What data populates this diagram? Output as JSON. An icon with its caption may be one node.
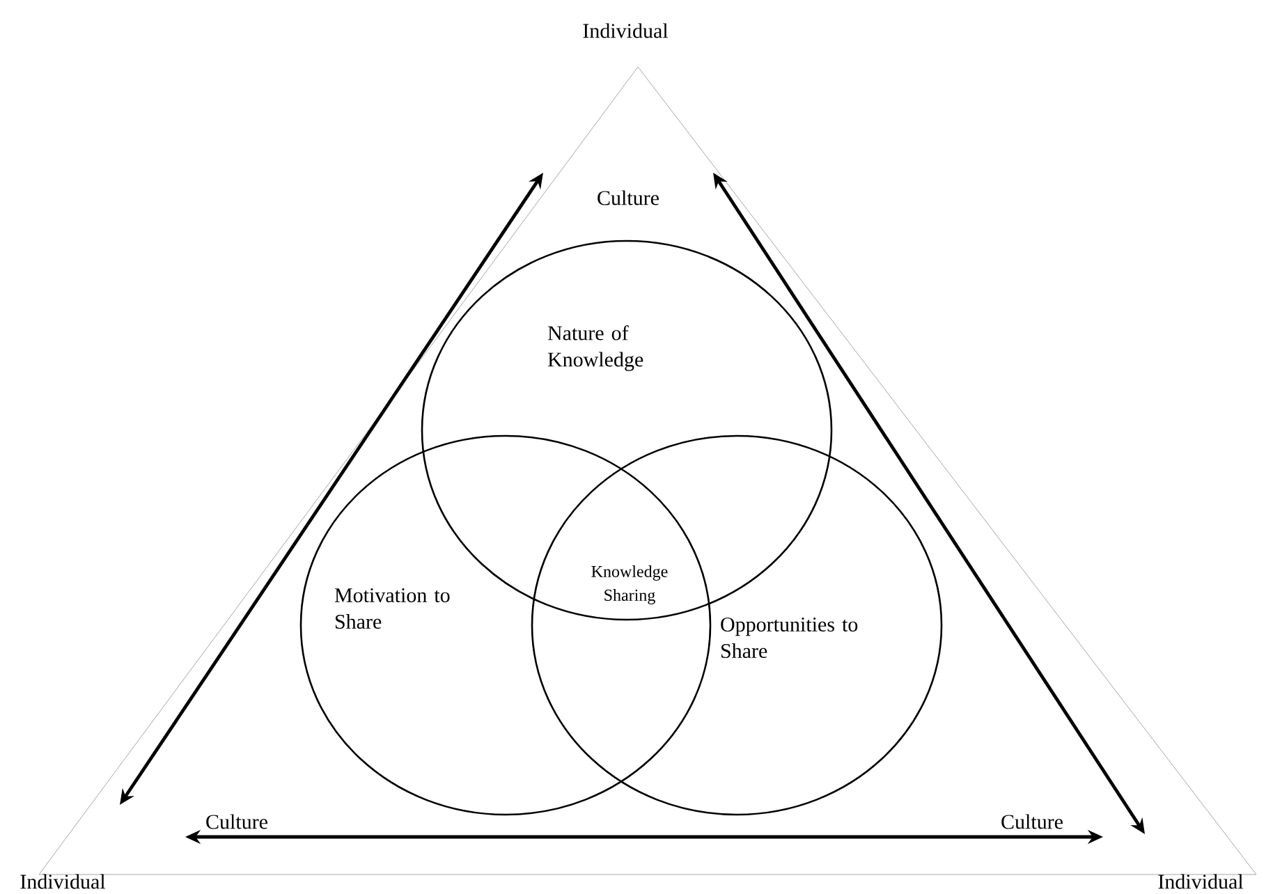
{
  "diagram": {
    "nodes": [
      {
        "text": [
          "Nature of Knowledge"
        ]
      },
      {
        "text": [
          "Motivation to Share"
        ]
      },
      {
        "text": [
          "Opportunities to Share"
        ]
      }
    ],
    "labels": [
      "Individual",
      "Culture",
      "Knowledge Sharing",
      "Culture",
      "Culture",
      "Individual",
      "Individual"
    ]
  }
}
